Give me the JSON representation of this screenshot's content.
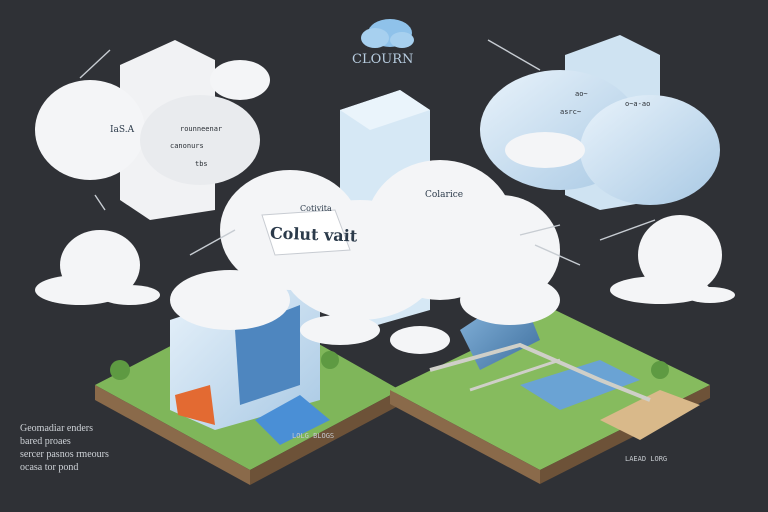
{
  "labels": {
    "top_title": "CLOURN",
    "center_sign": "Colut vait",
    "center_small": "Cotivita",
    "right_tower": "Colarice",
    "left_block": "IaS.A",
    "left_block_lines": [
      "rounneenar",
      "canonurs",
      "tbs"
    ],
    "right_panel_lines": [
      "ao~",
      "asrc~",
      "o~a-ao"
    ]
  },
  "caption_lines": [
    "Geomadiar enders",
    "bared proaes",
    "sercer pasnos rmeours",
    "ocasa tor pond"
  ],
  "ground_labels": [
    "LOLG BLOGS",
    "LAEAD LORG"
  ],
  "colors": {
    "background": "#2f3136",
    "cloud": "#f4f5f7",
    "ice": "#cfe3f2",
    "grass": "#7fb65a",
    "soil": "#8a6a4a",
    "water": "#5b93c6"
  }
}
